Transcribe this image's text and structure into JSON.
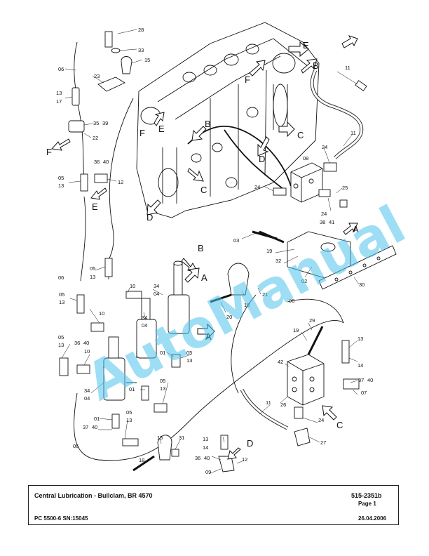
{
  "watermark": "AutoManual",
  "title_block": {
    "title": "Central Lubrication - Bullclam, BR 4570",
    "doc_number": "515-2351b",
    "page": "Page 1",
    "machine": "PC 5500-6 SN:15045",
    "date": "26.04.2006"
  },
  "callouts": [
    "28",
    "33",
    "15",
    "06",
    "23",
    "13",
    "17",
    "35",
    "39",
    "22",
    "36",
    "40",
    "05",
    "12",
    "11",
    "08",
    "24",
    "25",
    "38",
    "41",
    "03",
    "19",
    "32",
    "02",
    "30",
    "01",
    "34",
    "04",
    "10",
    "16",
    "20",
    "21",
    "29",
    "14",
    "42",
    "26",
    "37",
    "07",
    "27",
    "09",
    "18",
    "31"
  ],
  "view_letters": [
    "A",
    "B",
    "C",
    "D",
    "E",
    "F"
  ]
}
